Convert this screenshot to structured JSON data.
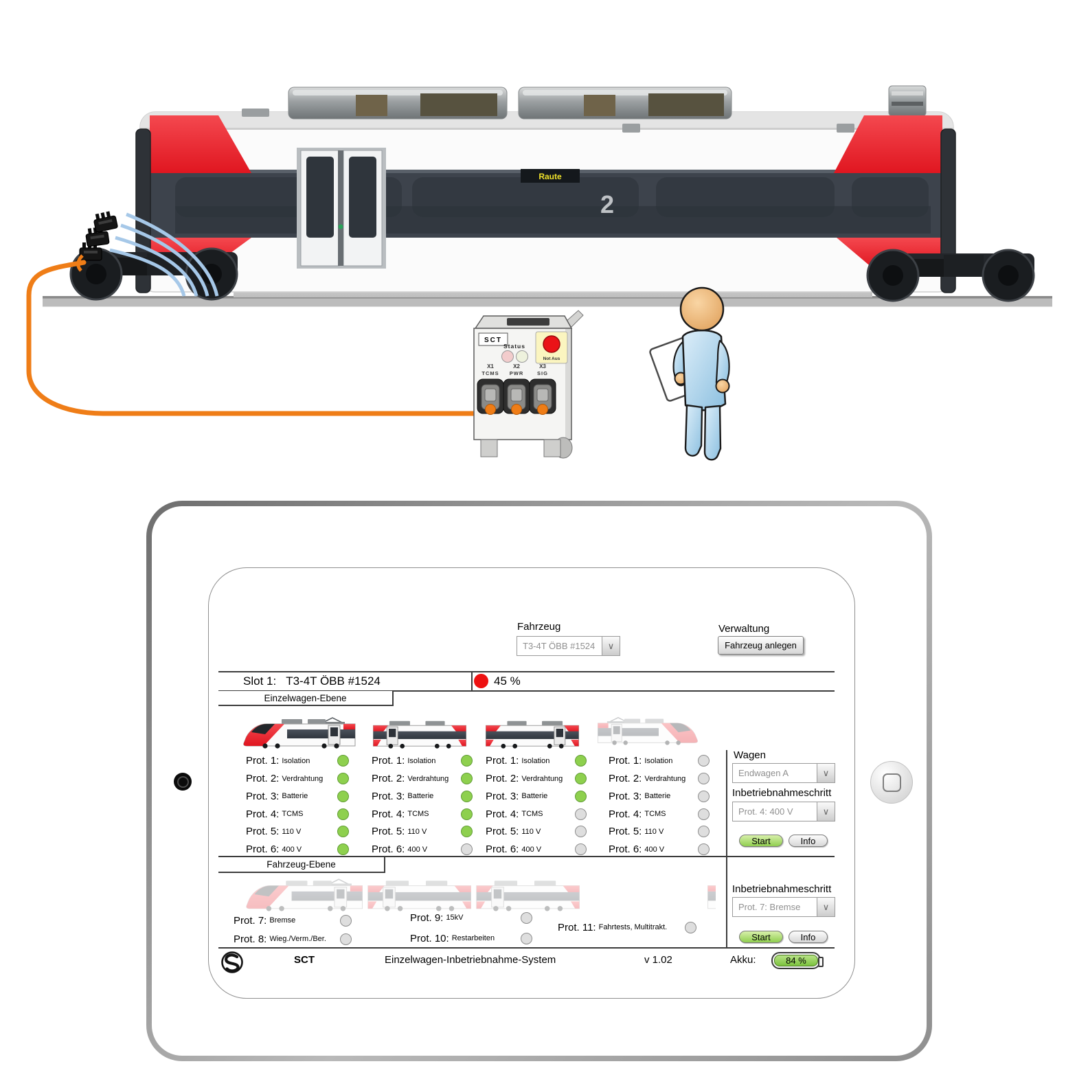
{
  "scene": {
    "train": {
      "destination_text": "Raute",
      "class_label": "2"
    },
    "device": {
      "name": "SCT",
      "status_label": "Status",
      "estop_label": "Not Aus",
      "ports": [
        {
          "id": "X1",
          "label": "TCMS"
        },
        {
          "id": "X2",
          "label": "PWR"
        },
        {
          "id": "X3",
          "label": "SIG"
        }
      ]
    }
  },
  "ui": {
    "header": {
      "vehicle_label": "Fahrzeug",
      "vehicle_value": "T3-4T ÖBB #1524",
      "admin_label": "Verwaltung",
      "create_button": "Fahrzeug anlegen"
    },
    "slot": {
      "label": "Slot 1:",
      "vehicle": "T3-4T ÖBB #1524",
      "progress": "45 %"
    },
    "tabs": {
      "wagon": "Einzelwagen-Ebene",
      "vehicle": "Fahrzeug-Ebene"
    },
    "protocols": [
      {
        "num": "Prot. 1:",
        "name": "Isolation"
      },
      {
        "num": "Prot. 2:",
        "name": "Verdrahtung"
      },
      {
        "num": "Prot. 3:",
        "name": "Batterie"
      },
      {
        "num": "Prot. 4:",
        "name": "TCMS"
      },
      {
        "num": "Prot. 5:",
        "name": "110 V"
      },
      {
        "num": "Prot. 6:",
        "name": "400 V"
      }
    ],
    "wagons": [
      {
        "name": "endwagen-a",
        "statuses": [
          "ok",
          "ok",
          "ok",
          "ok",
          "ok",
          "ok"
        ]
      },
      {
        "name": "mittelwagen-1",
        "statuses": [
          "ok",
          "ok",
          "ok",
          "ok",
          "ok",
          "open"
        ]
      },
      {
        "name": "mittelwagen-2",
        "statuses": [
          "ok",
          "ok",
          "ok",
          "open",
          "open",
          "open"
        ]
      },
      {
        "name": "endwagen-b",
        "statuses": [
          "open",
          "open",
          "open",
          "open",
          "open",
          "open"
        ]
      }
    ],
    "wagon_panel": {
      "wagon_label": "Wagen",
      "wagon_value": "Endwagen A",
      "step_label": "Inbetriebnahmeschritt",
      "step_value": "Prot. 4: 400 V",
      "start_button": "Start",
      "info_button": "Info"
    },
    "vehicle_protocols": [
      {
        "num": "Prot. 7:",
        "name": "Bremse",
        "status": "open"
      },
      {
        "num": "Prot. 8:",
        "name": "Wieg./Verm./Ber.",
        "status": "open"
      },
      {
        "num": "Prot. 9:",
        "name": "15kV",
        "status": "open"
      },
      {
        "num": "Prot. 10:",
        "name": "Restarbeiten",
        "status": "open"
      },
      {
        "num": "Prot. 11:",
        "name": "Fahrtests, Multitrakt.",
        "status": "open"
      }
    ],
    "vehicle_panel": {
      "step_label": "Inbetriebnahmeschritt",
      "step_value": "Prot. 7: Bremse",
      "start_button": "Start",
      "info_button": "Info"
    },
    "footer": {
      "brand": "SCT",
      "system_name": "Einzelwagen-Inbetriebnahme-System",
      "version": "v 1.02",
      "battery_label": "Akku:",
      "battery_value": "84 %"
    },
    "colors": {
      "status_ok": "#8ed04e",
      "status_open": "#dedede",
      "alert_red": "#ee1111",
      "train_red": "#e8232b",
      "cable_orange": "#ef7d17"
    }
  }
}
